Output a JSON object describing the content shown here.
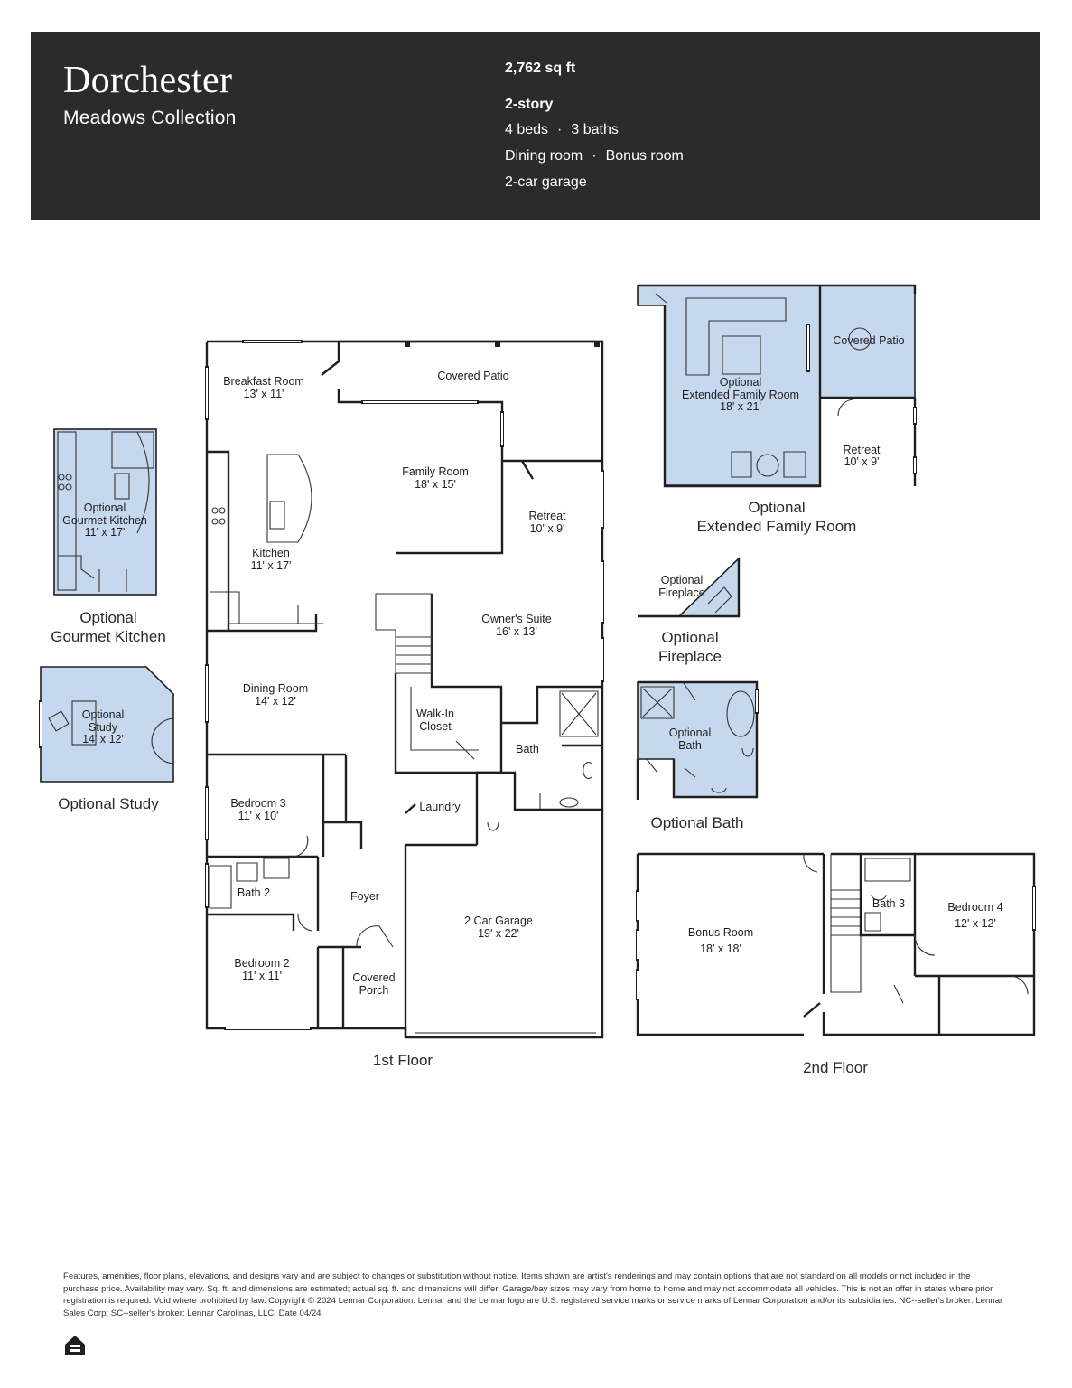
{
  "header": {
    "plan_name": "Dorchester",
    "collection": "Meadows Collection",
    "sqft": "2,762 sq ft",
    "stories": "2-story",
    "beds": "4 beds",
    "baths": "3 baths",
    "room1": "Dining room",
    "room2": "Bonus room",
    "garage": "2-car garage",
    "separator": "·"
  },
  "floor1": {
    "caption": "1st Floor",
    "rooms": [
      {
        "name": "Breakfast Room",
        "size": "13' x 11'"
      },
      {
        "name": "Covered Patio",
        "size": ""
      },
      {
        "name": "Family Room",
        "size": "18' x 15'"
      },
      {
        "name": "Retreat",
        "size": "10' x 9'"
      },
      {
        "name": "Kitchen",
        "size": "11' x 17'"
      },
      {
        "name": "Owner's Suite",
        "size": "16' x 13'"
      },
      {
        "name": "Dining Room",
        "size": "14' x 12'"
      },
      {
        "name": "Walk-In",
        "size": "Closet"
      },
      {
        "name": "Bath",
        "size": ""
      },
      {
        "name": "Bedroom 3",
        "size": "11' x 10'"
      },
      {
        "name": "Laundry",
        "size": ""
      },
      {
        "name": "Bath 2",
        "size": ""
      },
      {
        "name": "Foyer",
        "size": ""
      },
      {
        "name": "2 Car Garage",
        "size": "19' x 22'"
      },
      {
        "name": "Bedroom 2",
        "size": "11' x 11'"
      },
      {
        "name": "Covered",
        "size": "Porch"
      }
    ]
  },
  "floor2": {
    "caption": "2nd Floor",
    "rooms": [
      {
        "name": "Bonus Room",
        "size": "18' x 18'"
      },
      {
        "name": "Bath 3",
        "size": ""
      },
      {
        "name": "Bedroom 4",
        "size": "12' x 12'"
      }
    ]
  },
  "options": {
    "gourmet_kitchen": {
      "line1": "Optional",
      "line2": "Gourmet Kitchen",
      "size": "11' x 17'",
      "caption1": "Optional",
      "caption2": "Gourmet Kitchen"
    },
    "study": {
      "line1": "Optional",
      "line2": "Study",
      "size": "14' x 12'",
      "caption": "Optional Study"
    },
    "extended_family": {
      "line1": "Optional",
      "line2": "Extended Family Room",
      "size": "18' x 21'",
      "patio": "Covered Patio",
      "retreat": "Retreat",
      "retreat_size": "10' x 9'",
      "caption1": "Optional",
      "caption2": "Extended Family Room"
    },
    "fireplace": {
      "line1": "Optional",
      "line2": "Fireplace",
      "caption1": "Optional",
      "caption2": "Fireplace"
    },
    "bath": {
      "line1": "Optional",
      "line2": "Bath",
      "caption": "Optional Bath"
    }
  },
  "colors": {
    "header_bg": "#2b2b2b",
    "option_fill": "#c6d8ee",
    "wall": "#1f1f1f"
  },
  "icons": [
    "equal-housing-icon"
  ],
  "disclaimer": "Features, amenities, floor plans, elevations, and designs vary and are subject to changes or substitution without notice. Items shown are artist's renderings and may contain options that are not standard on all models or not included in the purchase price. Availability may vary. Sq. ft. and dimensions are estimated; actual sq. ft. and dimensions will differ. Garage/bay sizes may vary from home to home and may not accommodate all vehicles. This is not an offer in states where prior registration is required. Void where prohibited by law. Copyright © 2024 Lennar Corporation. Lennar and the Lennar logo are U.S. registered service marks or service marks of Lennar Corporation and/or its subsidiaries. NC--seller's broker: Lennar Sales Corp; SC--seller's broker: Lennar Carolinas, LLC. Date 04/24"
}
